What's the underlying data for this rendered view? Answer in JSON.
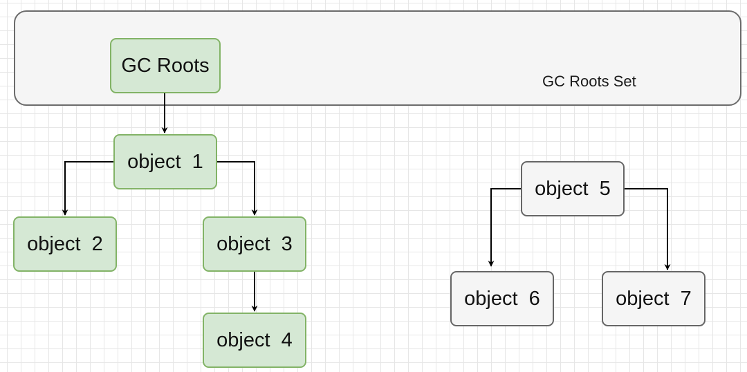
{
  "diagram": {
    "container": {
      "label": "GC Roots Set"
    },
    "nodes": [
      {
        "id": "gc-roots",
        "label": "GC Roots",
        "group": "reachable"
      },
      {
        "id": "obj1",
        "label": "object  1",
        "group": "reachable"
      },
      {
        "id": "obj2",
        "label": "object  2",
        "group": "reachable"
      },
      {
        "id": "obj3",
        "label": "object  3",
        "group": "reachable"
      },
      {
        "id": "obj4",
        "label": "object  4",
        "group": "reachable"
      },
      {
        "id": "obj5",
        "label": "object  5",
        "group": "unreachable"
      },
      {
        "id": "obj6",
        "label": "object  6",
        "group": "unreachable"
      },
      {
        "id": "obj7",
        "label": "object  7",
        "group": "unreachable"
      }
    ],
    "edges": [
      {
        "from": "gc-roots",
        "to": "obj1"
      },
      {
        "from": "obj1",
        "to": "obj2"
      },
      {
        "from": "obj1",
        "to": "obj3"
      },
      {
        "from": "obj3",
        "to": "obj4"
      },
      {
        "from": "obj5",
        "to": "obj6"
      },
      {
        "from": "obj5",
        "to": "obj7"
      }
    ],
    "colors": {
      "reachable_fill": "#d5e8d4",
      "reachable_border": "#82b366",
      "unreachable_fill": "#f5f5f5",
      "unreachable_border": "#666666",
      "edge": "#000000"
    }
  }
}
